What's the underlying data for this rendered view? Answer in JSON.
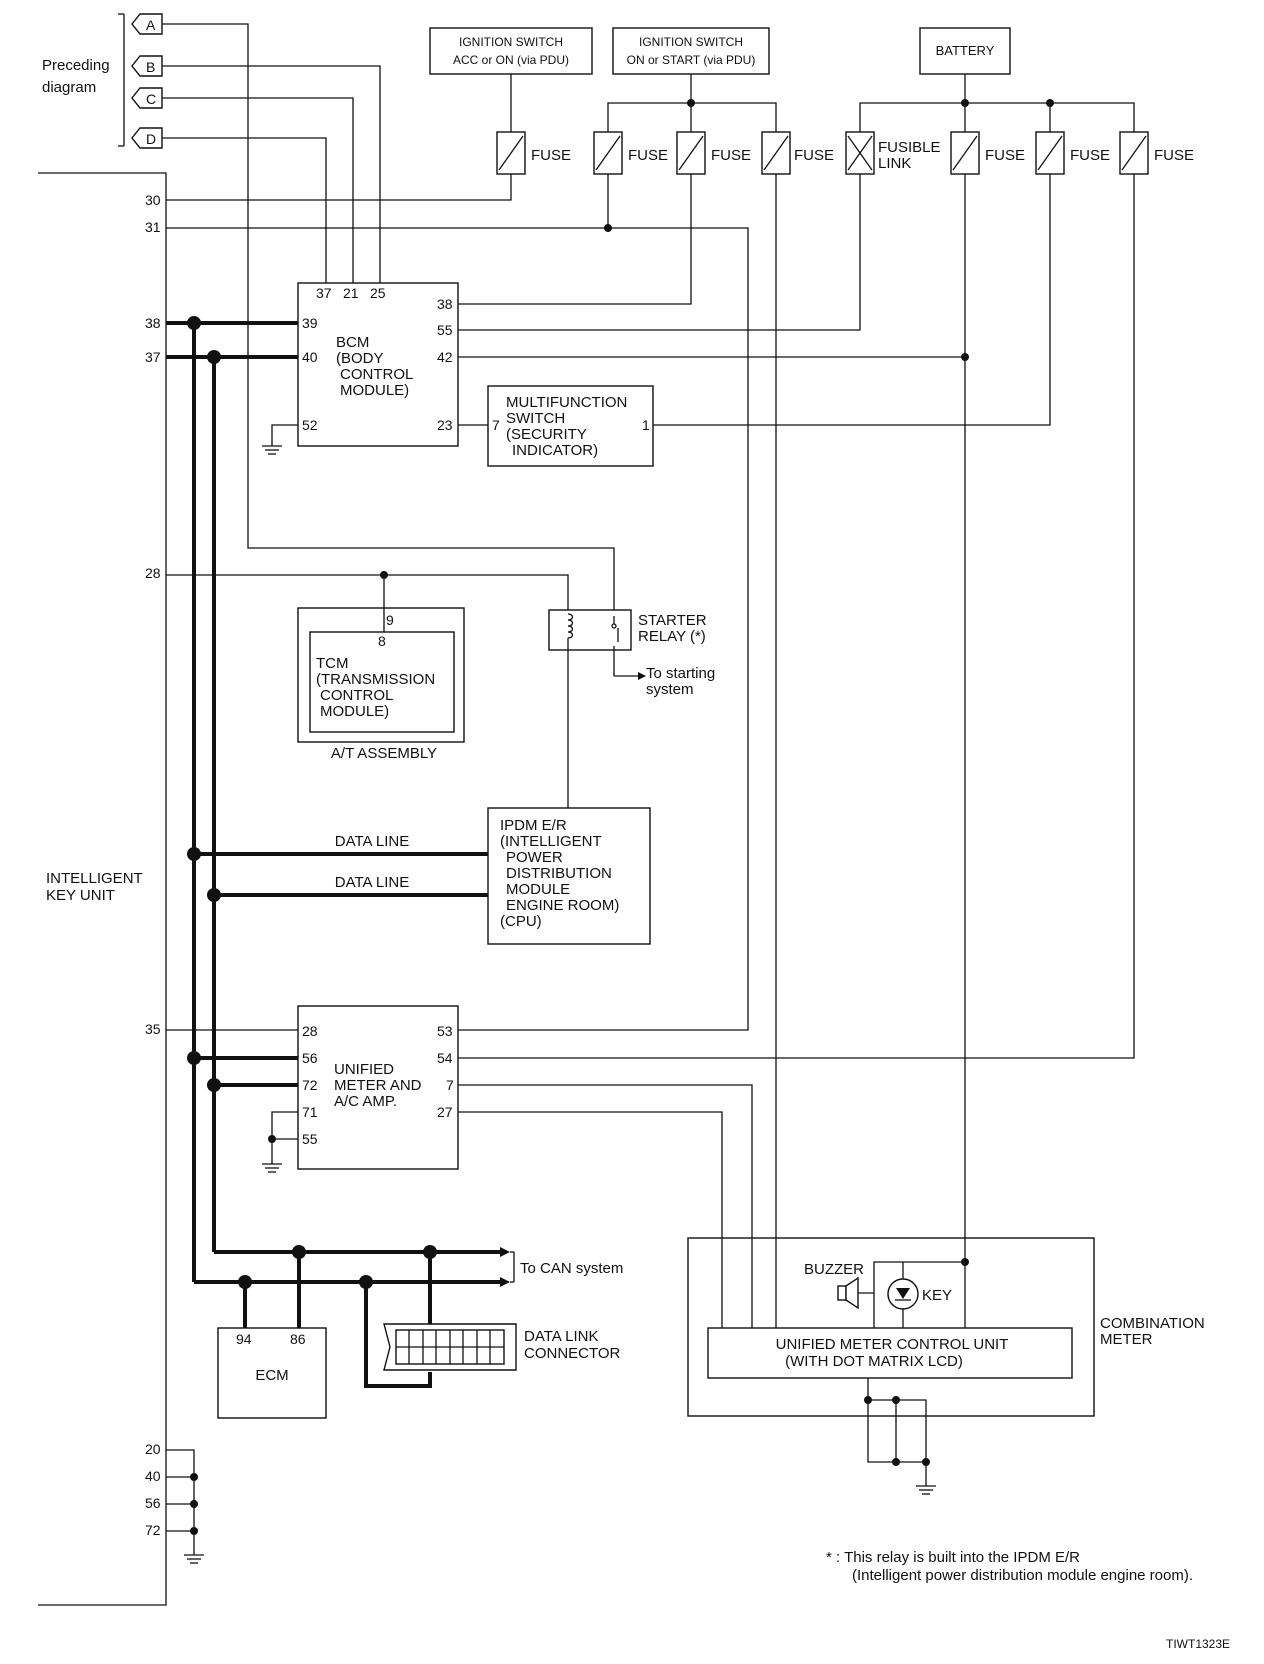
{
  "connectors": [
    "A",
    "B",
    "C",
    "D"
  ],
  "labels": {
    "preceding_diagram": [
      "Preceding",
      "diagram"
    ],
    "ign_acc": [
      "IGNITION SWITCH",
      "ACC or ON (via PDU)"
    ],
    "ign_start": [
      "IGNITION SWITCH",
      "ON or START (via PDU)"
    ],
    "battery": "BATTERY",
    "fuse": "FUSE",
    "fusible_link": [
      "FUSIBLE",
      "LINK"
    ],
    "intelligent_key_unit": [
      "INTELLIGENT",
      "KEY UNIT"
    ],
    "bcm": [
      "BCM",
      "(BODY",
      "CONTROL",
      "MODULE)"
    ],
    "multifunction_switch": [
      "MULTIFUNCTION",
      "SWITCH",
      "(SECURITY",
      "INDICATOR)"
    ],
    "starter_relay": [
      "STARTER",
      "RELAY (*)"
    ],
    "to_starting_system": [
      "To starting",
      "system"
    ],
    "tcm": [
      "TCM",
      "(TRANSMISSION",
      "CONTROL",
      "MODULE)"
    ],
    "at_assembly": "A/T ASSEMBLY",
    "data_line": "DATA LINE",
    "ipdm": [
      "IPDM E/R",
      "(INTELLIGENT",
      "POWER",
      "DISTRIBUTION",
      "MODULE",
      "ENGINE ROOM)",
      "(CPU)"
    ],
    "unified_meter_ac": [
      "UNIFIED",
      "METER AND",
      "A/C AMP."
    ],
    "to_can_system": "To CAN system",
    "ecm": "ECM",
    "data_link_connector": [
      "DATA LINK",
      "CONNECTOR"
    ],
    "buzzer": "BUZZER",
    "key": "KEY",
    "unified_meter_cu": [
      "UNIFIED METER CONTROL UNIT",
      "(WITH DOT MATRIX LCD)"
    ],
    "combination_meter": [
      "COMBINATION",
      "METER"
    ],
    "footnote": [
      "* : This relay is built into the IPDM E/R",
      "(Intelligent power distribution module engine room)."
    ],
    "figure_code": "TIWT1323E"
  },
  "pins": {
    "key_unit": [
      "30",
      "31",
      "38",
      "37",
      "28",
      "35",
      "20",
      "40",
      "56",
      "72"
    ],
    "bcm_top": [
      "37",
      "21",
      "25"
    ],
    "bcm_left": [
      "39",
      "40",
      "52"
    ],
    "bcm_right": [
      "38",
      "55",
      "42",
      "23"
    ],
    "multifunction": [
      "7",
      "1"
    ],
    "tcm": [
      "9",
      "8"
    ],
    "meter_left": [
      "28",
      "56",
      "72",
      "71",
      "55"
    ],
    "meter_right": [
      "53",
      "54",
      "7",
      "27"
    ],
    "ecm": [
      "94",
      "86"
    ]
  }
}
